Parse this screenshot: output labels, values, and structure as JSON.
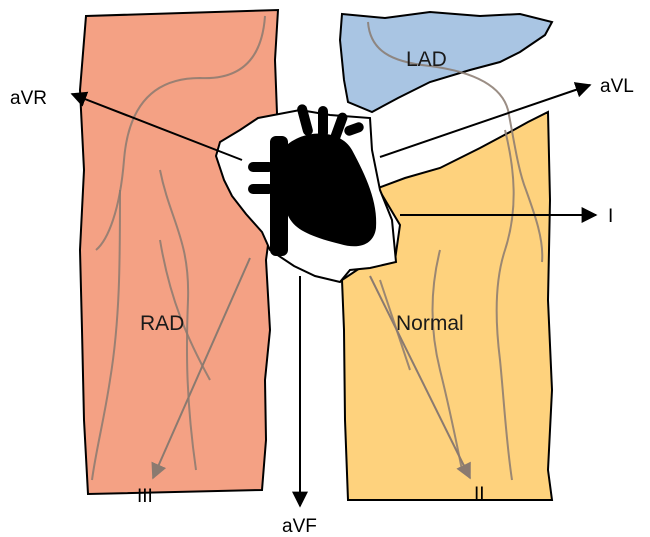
{
  "regions": {
    "rad": {
      "label": "RAD",
      "color": "#f4a184"
    },
    "lad": {
      "label": "LAD",
      "color": "#a9c5e3"
    },
    "normal": {
      "label": "Normal",
      "color": "#fed27d"
    }
  },
  "leads": {
    "avr": "aVR",
    "avl": "aVL",
    "i": "I",
    "avf": "aVF",
    "iii": "III",
    "ii": "II"
  },
  "colors": {
    "outline": "#000000",
    "inner_arrow": "#8a7a70",
    "heart": "#000000"
  },
  "icons": {
    "heart": "heart-icon"
  }
}
